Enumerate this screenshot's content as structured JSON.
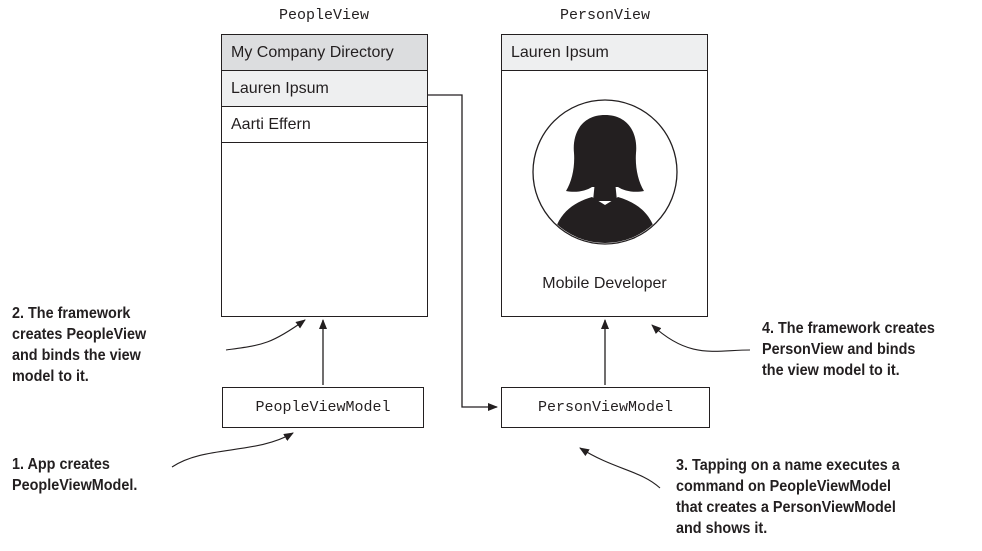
{
  "people_view": {
    "title": "PeopleView",
    "header": "My Company Directory",
    "rows": [
      "Lauren Ipsum",
      "Aarti Effern"
    ]
  },
  "person_view": {
    "title": "PersonView",
    "header": "Lauren Ipsum",
    "role": "Mobile Developer",
    "avatar_icon": "person-silhouette-icon"
  },
  "view_models": {
    "people": "PeopleViewModel",
    "person": "PersonViewModel"
  },
  "notes": {
    "step1": [
      "1. App creates",
      "PeopleViewModel."
    ],
    "step2": [
      "2. The framework",
      "creates PeopleView",
      "and binds the view",
      "model to it."
    ],
    "step3": [
      "3. Tapping on a name executes a",
      "command on PeopleViewModel",
      "that creates a PersonViewModel",
      "and shows it."
    ],
    "step4": [
      "4. The framework creates",
      "PersonView and binds",
      "the view model to it."
    ]
  },
  "colors": {
    "header_fill": "#dcdddf",
    "selected_fill": "#eeeff0",
    "ink": "#231f20",
    "avatar_fill": "#231f20"
  }
}
